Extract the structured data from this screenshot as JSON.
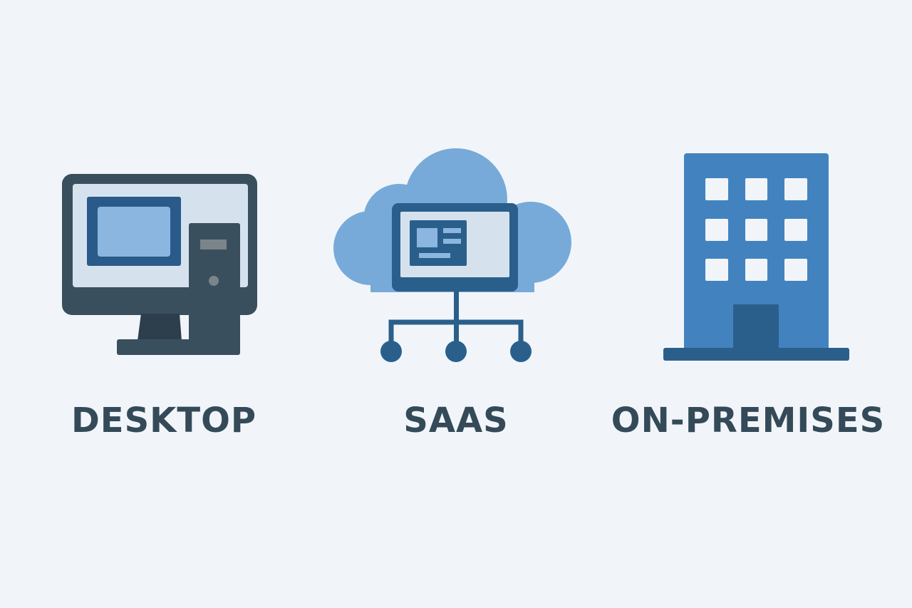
{
  "items": [
    {
      "label": "DESKTOP",
      "icon": "desktop-computer-icon"
    },
    {
      "label": "SAAS",
      "icon": "cloud-network-icon"
    },
    {
      "label": "ON-PREMISES",
      "icon": "office-building-icon"
    }
  ],
  "colors": {
    "background": "#f1f5f9",
    "text": "#344a58",
    "desktop_dark": "#3a4f5e",
    "screen_light": "#d5e2ee",
    "accent_dark_blue": "#2a5f8c",
    "accent_light_blue": "#8bb6e0",
    "cloud_blue": "#77aad8",
    "building_blue": "#4283bf"
  }
}
